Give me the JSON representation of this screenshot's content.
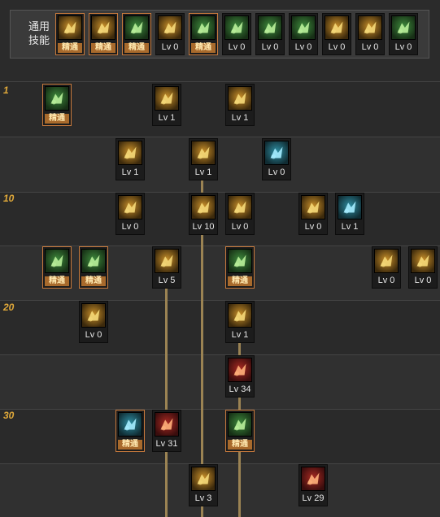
{
  "common_skills": {
    "label": "通用\n技能",
    "items": [
      {
        "icon": "sitting-figure-icon",
        "level": "精通",
        "mastered": true,
        "theme": "gold"
      },
      {
        "icon": "kneeling-figure-icon",
        "level": "精通",
        "mastered": true,
        "theme": "gold"
      },
      {
        "icon": "dashing-figure-icon",
        "level": "精通",
        "mastered": true,
        "theme": "green"
      },
      {
        "icon": "wings-icon",
        "level": "Lv 0",
        "mastered": false,
        "theme": "gold"
      },
      {
        "icon": "crosshair-icon",
        "level": "精通",
        "mastered": true,
        "theme": "green"
      },
      {
        "icon": "target-sight-icon",
        "level": "Lv 0",
        "mastered": false,
        "theme": "green"
      },
      {
        "icon": "bust-figure-icon",
        "level": "Lv 0",
        "mastered": false,
        "theme": "green"
      },
      {
        "icon": "bust-spark-icon",
        "level": "Lv 0",
        "mastered": false,
        "theme": "green"
      },
      {
        "icon": "spiral-eye-icon",
        "level": "Lv 0",
        "mastered": false,
        "theme": "gold"
      },
      {
        "icon": "glowing-figure-icon",
        "level": "Lv 0",
        "mastered": false,
        "theme": "gold"
      },
      {
        "icon": "leaping-figure-icon",
        "level": "Lv 0",
        "mastered": false,
        "theme": "green"
      }
    ]
  },
  "level_markers": [
    "1",
    "10",
    "20",
    "30"
  ],
  "skills": [
    {
      "icon": "crossed-blades-icon",
      "level": "精通",
      "mastered": true,
      "theme": "green"
    },
    {
      "icon": "hooked-arrow-icon",
      "level": "Lv 1",
      "mastered": false,
      "theme": "gold"
    },
    {
      "icon": "runner-strike-icon",
      "level": "Lv 1",
      "mastered": false,
      "theme": "gold"
    },
    {
      "icon": "burst-star-icon",
      "level": "Lv 1",
      "mastered": false,
      "theme": "gold"
    },
    {
      "icon": "speed-lines-icon",
      "level": "Lv 1",
      "mastered": false,
      "theme": "gold"
    },
    {
      "icon": "vehicle-icon",
      "level": "Lv 0",
      "mastered": false,
      "theme": "teal"
    },
    {
      "icon": "flame-slash-icon",
      "level": "Lv 0",
      "mastered": false,
      "theme": "gold"
    },
    {
      "icon": "fire-blast-icon",
      "level": "Lv 10",
      "mastered": false,
      "theme": "gold"
    },
    {
      "icon": "lightning-icon",
      "level": "Lv 0",
      "mastered": false,
      "theme": "gold"
    },
    {
      "icon": "lift-arrow-icon",
      "level": "Lv 0",
      "mastered": false,
      "theme": "gold"
    },
    {
      "icon": "winged-demon-icon",
      "level": "Lv 1",
      "mastered": false,
      "theme": "teal"
    },
    {
      "icon": "rifle-icon",
      "level": "精通",
      "mastered": true,
      "theme": "green"
    },
    {
      "icon": "bayonet-icon",
      "level": "精通",
      "mastered": true,
      "theme": "green"
    },
    {
      "icon": "prone-shooter-icon",
      "level": "Lv 5",
      "mastered": false,
      "theme": "gold"
    },
    {
      "icon": "sniper-icon",
      "level": "精通",
      "mastered": true,
      "theme": "green"
    },
    {
      "icon": "hammer-icon",
      "level": "Lv 0",
      "mastered": false,
      "theme": "gold"
    },
    {
      "icon": "grenade-icon",
      "level": "Lv 0",
      "mastered": false,
      "theme": "gold"
    },
    {
      "icon": "dash-shot-icon",
      "level": "Lv 0",
      "mastered": false,
      "theme": "gold"
    },
    {
      "icon": "eye-icon",
      "level": "Lv 1",
      "mastered": false,
      "theme": "gold"
    },
    {
      "icon": "crimson-shot-icon",
      "level": "Lv 34",
      "mastered": false,
      "theme": "red"
    },
    {
      "icon": "medic-rifle-icon",
      "level": "精通",
      "mastered": true,
      "theme": "teal"
    },
    {
      "icon": "crimson-rifle-icon",
      "level": "Lv 31",
      "mastered": false,
      "theme": "red"
    },
    {
      "icon": "explosion-icon",
      "level": "精通",
      "mastered": true,
      "theme": "green"
    },
    {
      "icon": "cartridge-icon",
      "level": "Lv 3",
      "mastered": false,
      "theme": "gold"
    },
    {
      "icon": "crimson-dragon-icon",
      "level": "Lv 29",
      "mastered": false,
      "theme": "red"
    }
  ],
  "colors": {
    "background": "#2b2b2b",
    "mastered_badge": "#a86a2c",
    "level_marker": "#e0a93a",
    "connector": "#9b8353"
  }
}
